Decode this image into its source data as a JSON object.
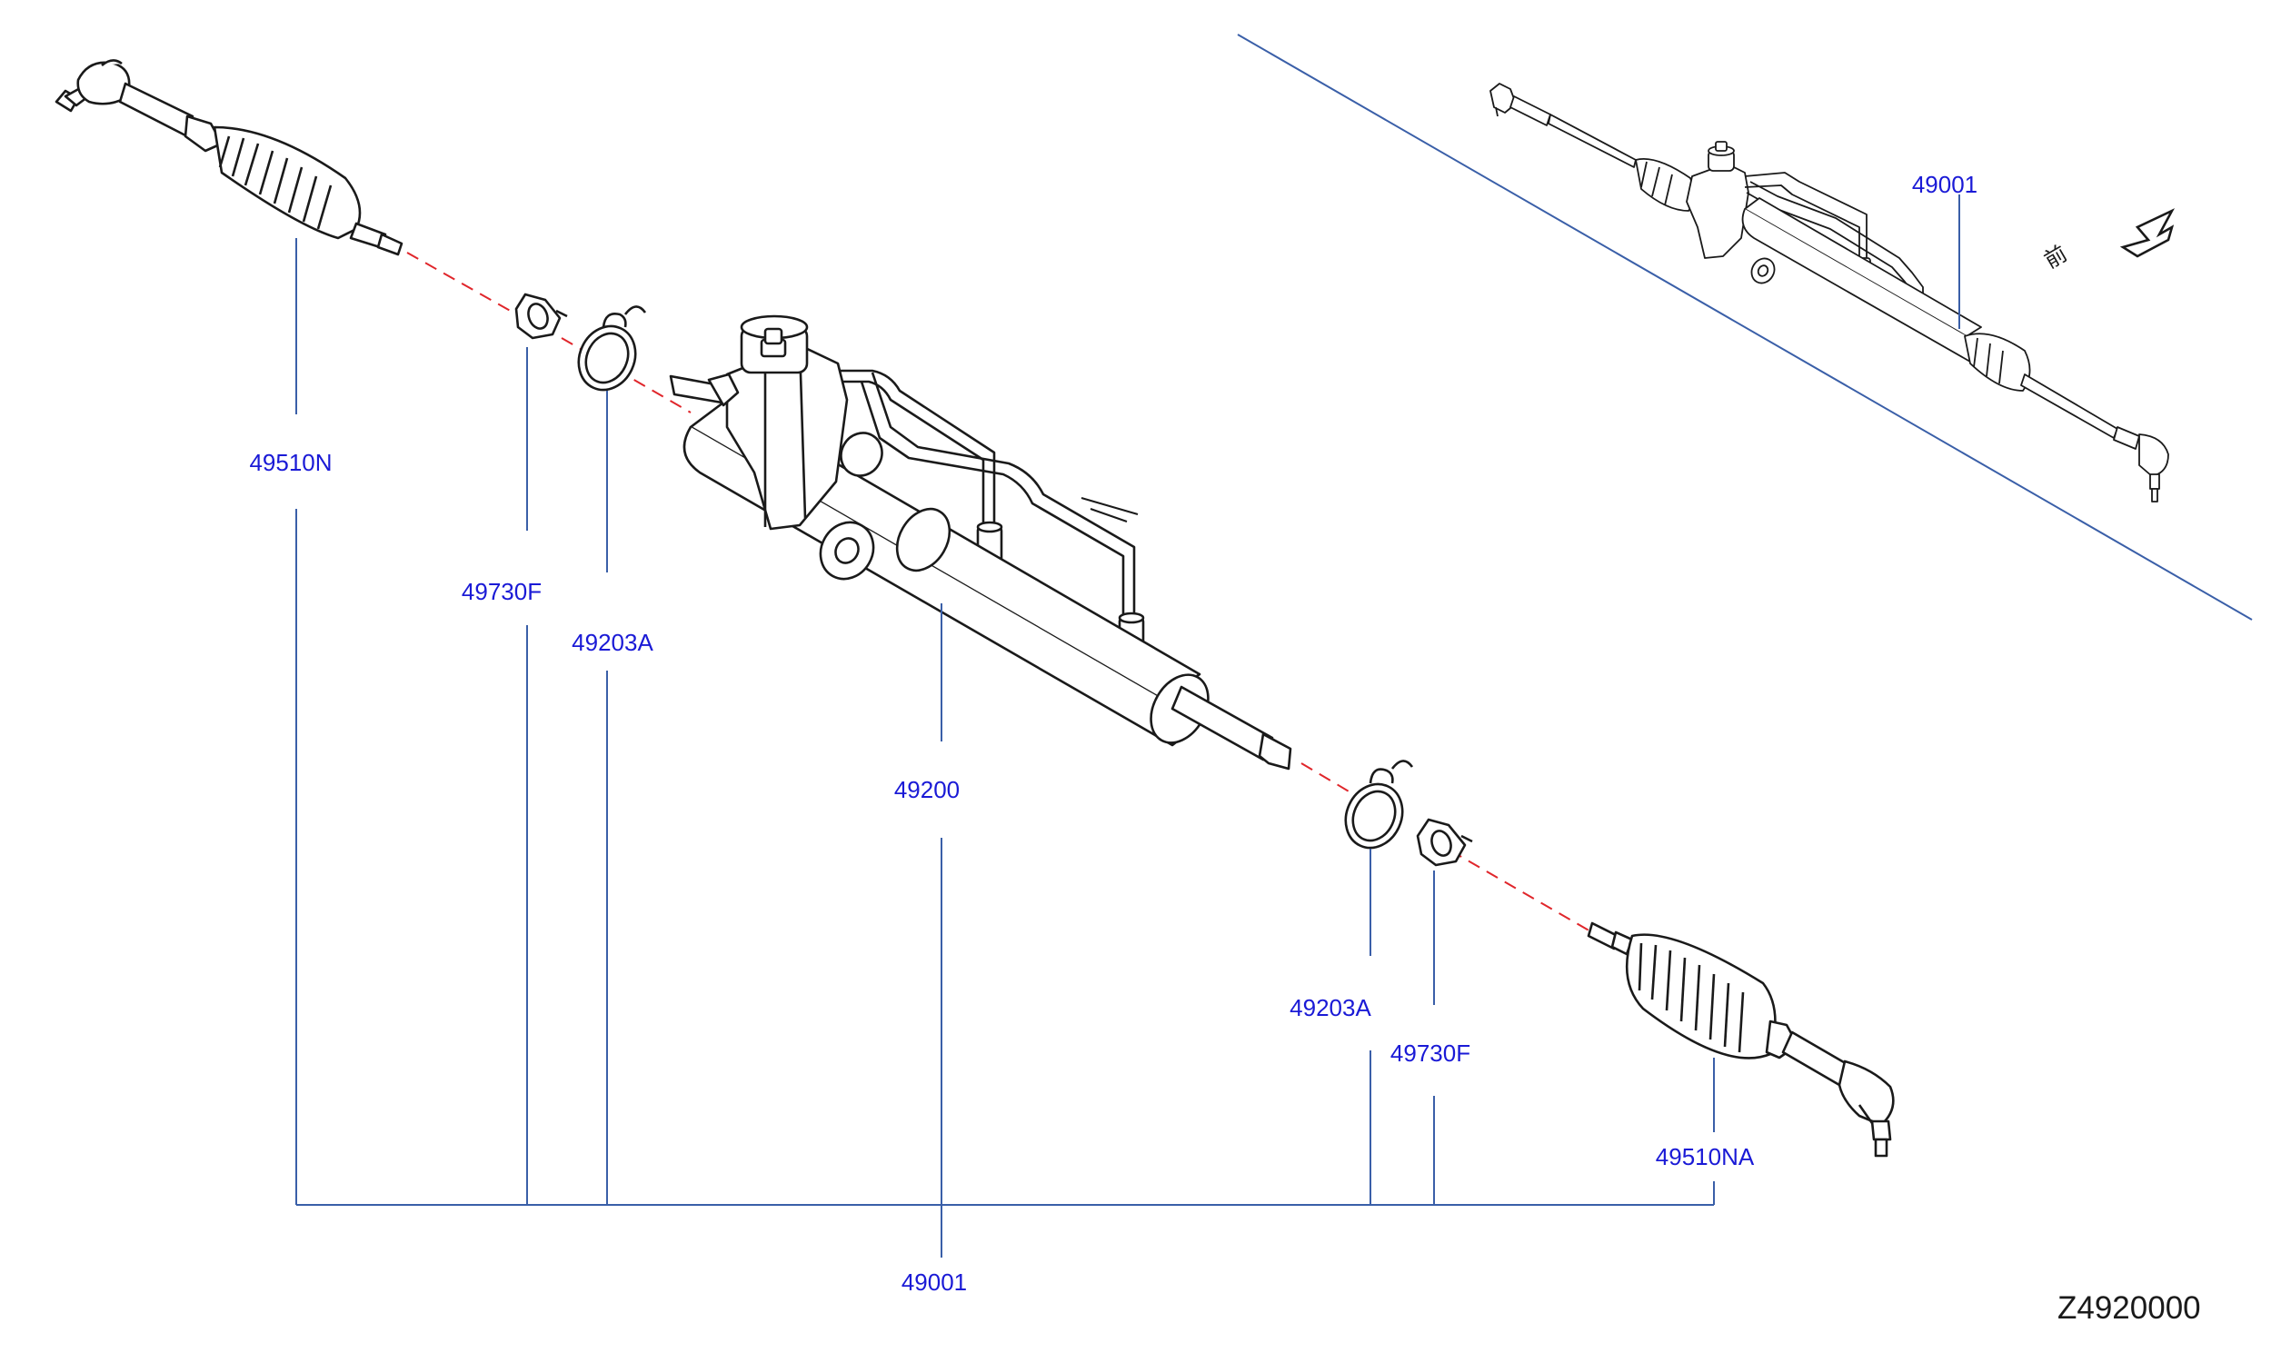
{
  "colors": {
    "label": "#1a1ad6",
    "leader": "#3a5fa8",
    "centerline": "#e0262b",
    "linework": "#1a1a1a"
  },
  "labels": {
    "tie_rod_left": "49510N",
    "lock_nut_left": "49730F",
    "clip_left": "49203A",
    "gear_housing": "49200",
    "assembly_bottom": "49001",
    "clip_right": "49203A",
    "lock_nut_right": "49730F",
    "tie_rod_right": "49510NA",
    "assembly_inset": "49001"
  },
  "inset": {
    "front_label": "前",
    "arrow_icon": "front-arrow-icon"
  },
  "figure_code": "Z4920000"
}
